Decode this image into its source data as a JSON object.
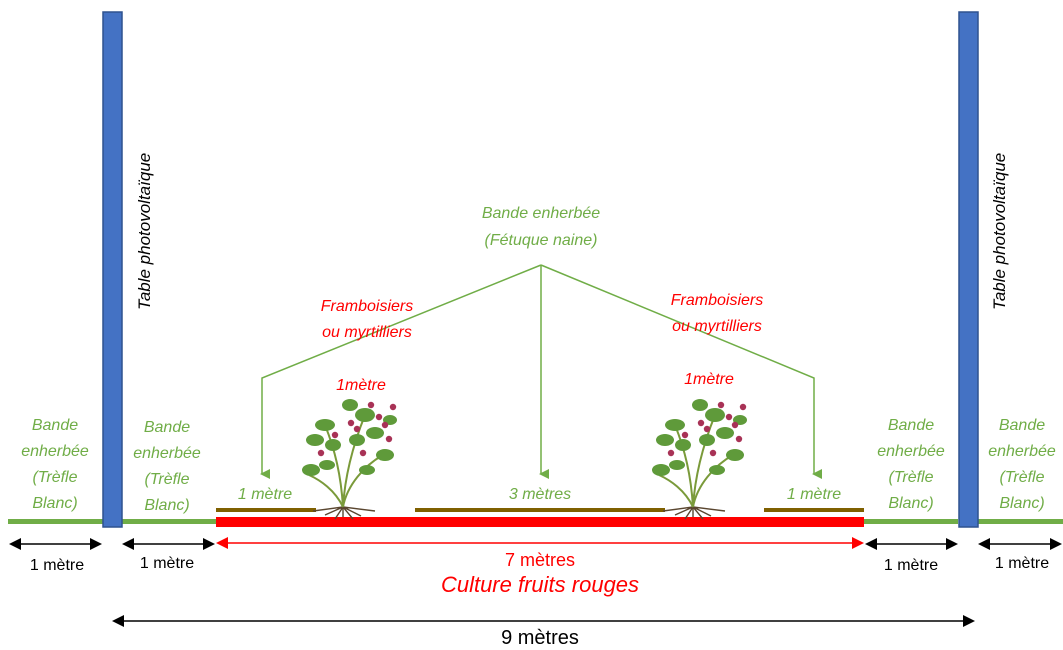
{
  "panel_label": "Table photovoltaïque",
  "grass_band_outer": [
    "Bande",
    "enherbée",
    "(Trèfle",
    "Blanc)"
  ],
  "grass_band_center": [
    "Bande enherbée",
    "(Fétuque naine)"
  ],
  "shrubs": [
    "Framboisiers",
    "ou myrtilliers"
  ],
  "shrub_width": "1mètre",
  "dim_1m": "1 mètre",
  "dim_3m": "3 mètres",
  "dim_7m": "7 mètres",
  "dim_9m": "9 mètres",
  "crop_label": "Culture fruits rouges",
  "icons": [
    "raspberry-plant-icon"
  ],
  "colors": {
    "panel": "#4472c4",
    "grass": "#70ad47",
    "crop_strip": "#ff0000",
    "soil": "#7f6000",
    "text_red": "#ff0000"
  }
}
